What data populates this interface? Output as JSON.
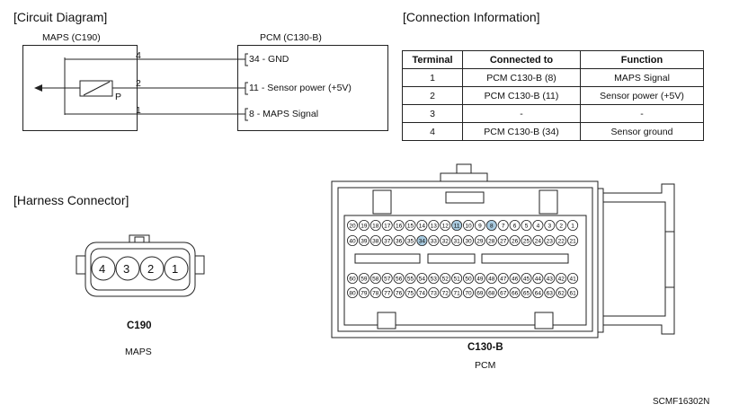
{
  "circuit": {
    "title": "[Circuit Diagram]",
    "left_label": "MAPS (C190)",
    "right_label": "PCM (C130-B)",
    "sensor_pin_label": "P",
    "left_pins": [
      "4",
      "2",
      "1"
    ],
    "right_lines": [
      {
        "pin": "34",
        "text": "- GND"
      },
      {
        "pin": "11",
        "text": "- Sensor power (+5V)"
      },
      {
        "pin": "8",
        "text": "- MAPS Signal"
      }
    ]
  },
  "connection": {
    "title": "[Connection Information]",
    "headers": [
      "Terminal",
      "Connected to",
      "Function"
    ],
    "rows": [
      [
        "1",
        "PCM C130-B (8)",
        "MAPS Signal"
      ],
      [
        "2",
        "PCM C130-B (11)",
        "Sensor power (+5V)"
      ],
      [
        "3",
        "-",
        "-"
      ],
      [
        "4",
        "PCM C130-B (34)",
        "Sensor ground"
      ]
    ]
  },
  "harness": {
    "title": "[Harness Connector]",
    "c190": {
      "name": "C190",
      "sub": "MAPS",
      "pins": [
        "4",
        "3",
        "2",
        "1"
      ]
    },
    "c130": {
      "name": "C130-B",
      "sub": "PCM",
      "row1": [
        "20",
        "19",
        "18",
        "17",
        "16",
        "15",
        "14",
        "13",
        "12",
        "11",
        "10",
        "9",
        "8",
        "7",
        "6",
        "5",
        "4",
        "3",
        "2",
        "1"
      ],
      "row2": [
        "40",
        "39",
        "38",
        "37",
        "36",
        "35",
        "34",
        "33",
        "32",
        "31",
        "30",
        "29",
        "28",
        "27",
        "26",
        "25",
        "24",
        "23",
        "22",
        "21"
      ],
      "row3": [
        "60",
        "59",
        "58",
        "57",
        "56",
        "55",
        "54",
        "53",
        "52",
        "51",
        "50",
        "49",
        "48",
        "47",
        "46",
        "45",
        "44",
        "43",
        "42",
        "41"
      ],
      "row4": [
        "80",
        "79",
        "78",
        "77",
        "76",
        "75",
        "74",
        "73",
        "72",
        "71",
        "70",
        "69",
        "68",
        "67",
        "66",
        "65",
        "64",
        "63",
        "62",
        "61"
      ],
      "highlighted": [
        "11",
        "8",
        "34"
      ],
      "highlight_color": "#a9cbe0"
    }
  },
  "footer_code": "SCMF16302N"
}
